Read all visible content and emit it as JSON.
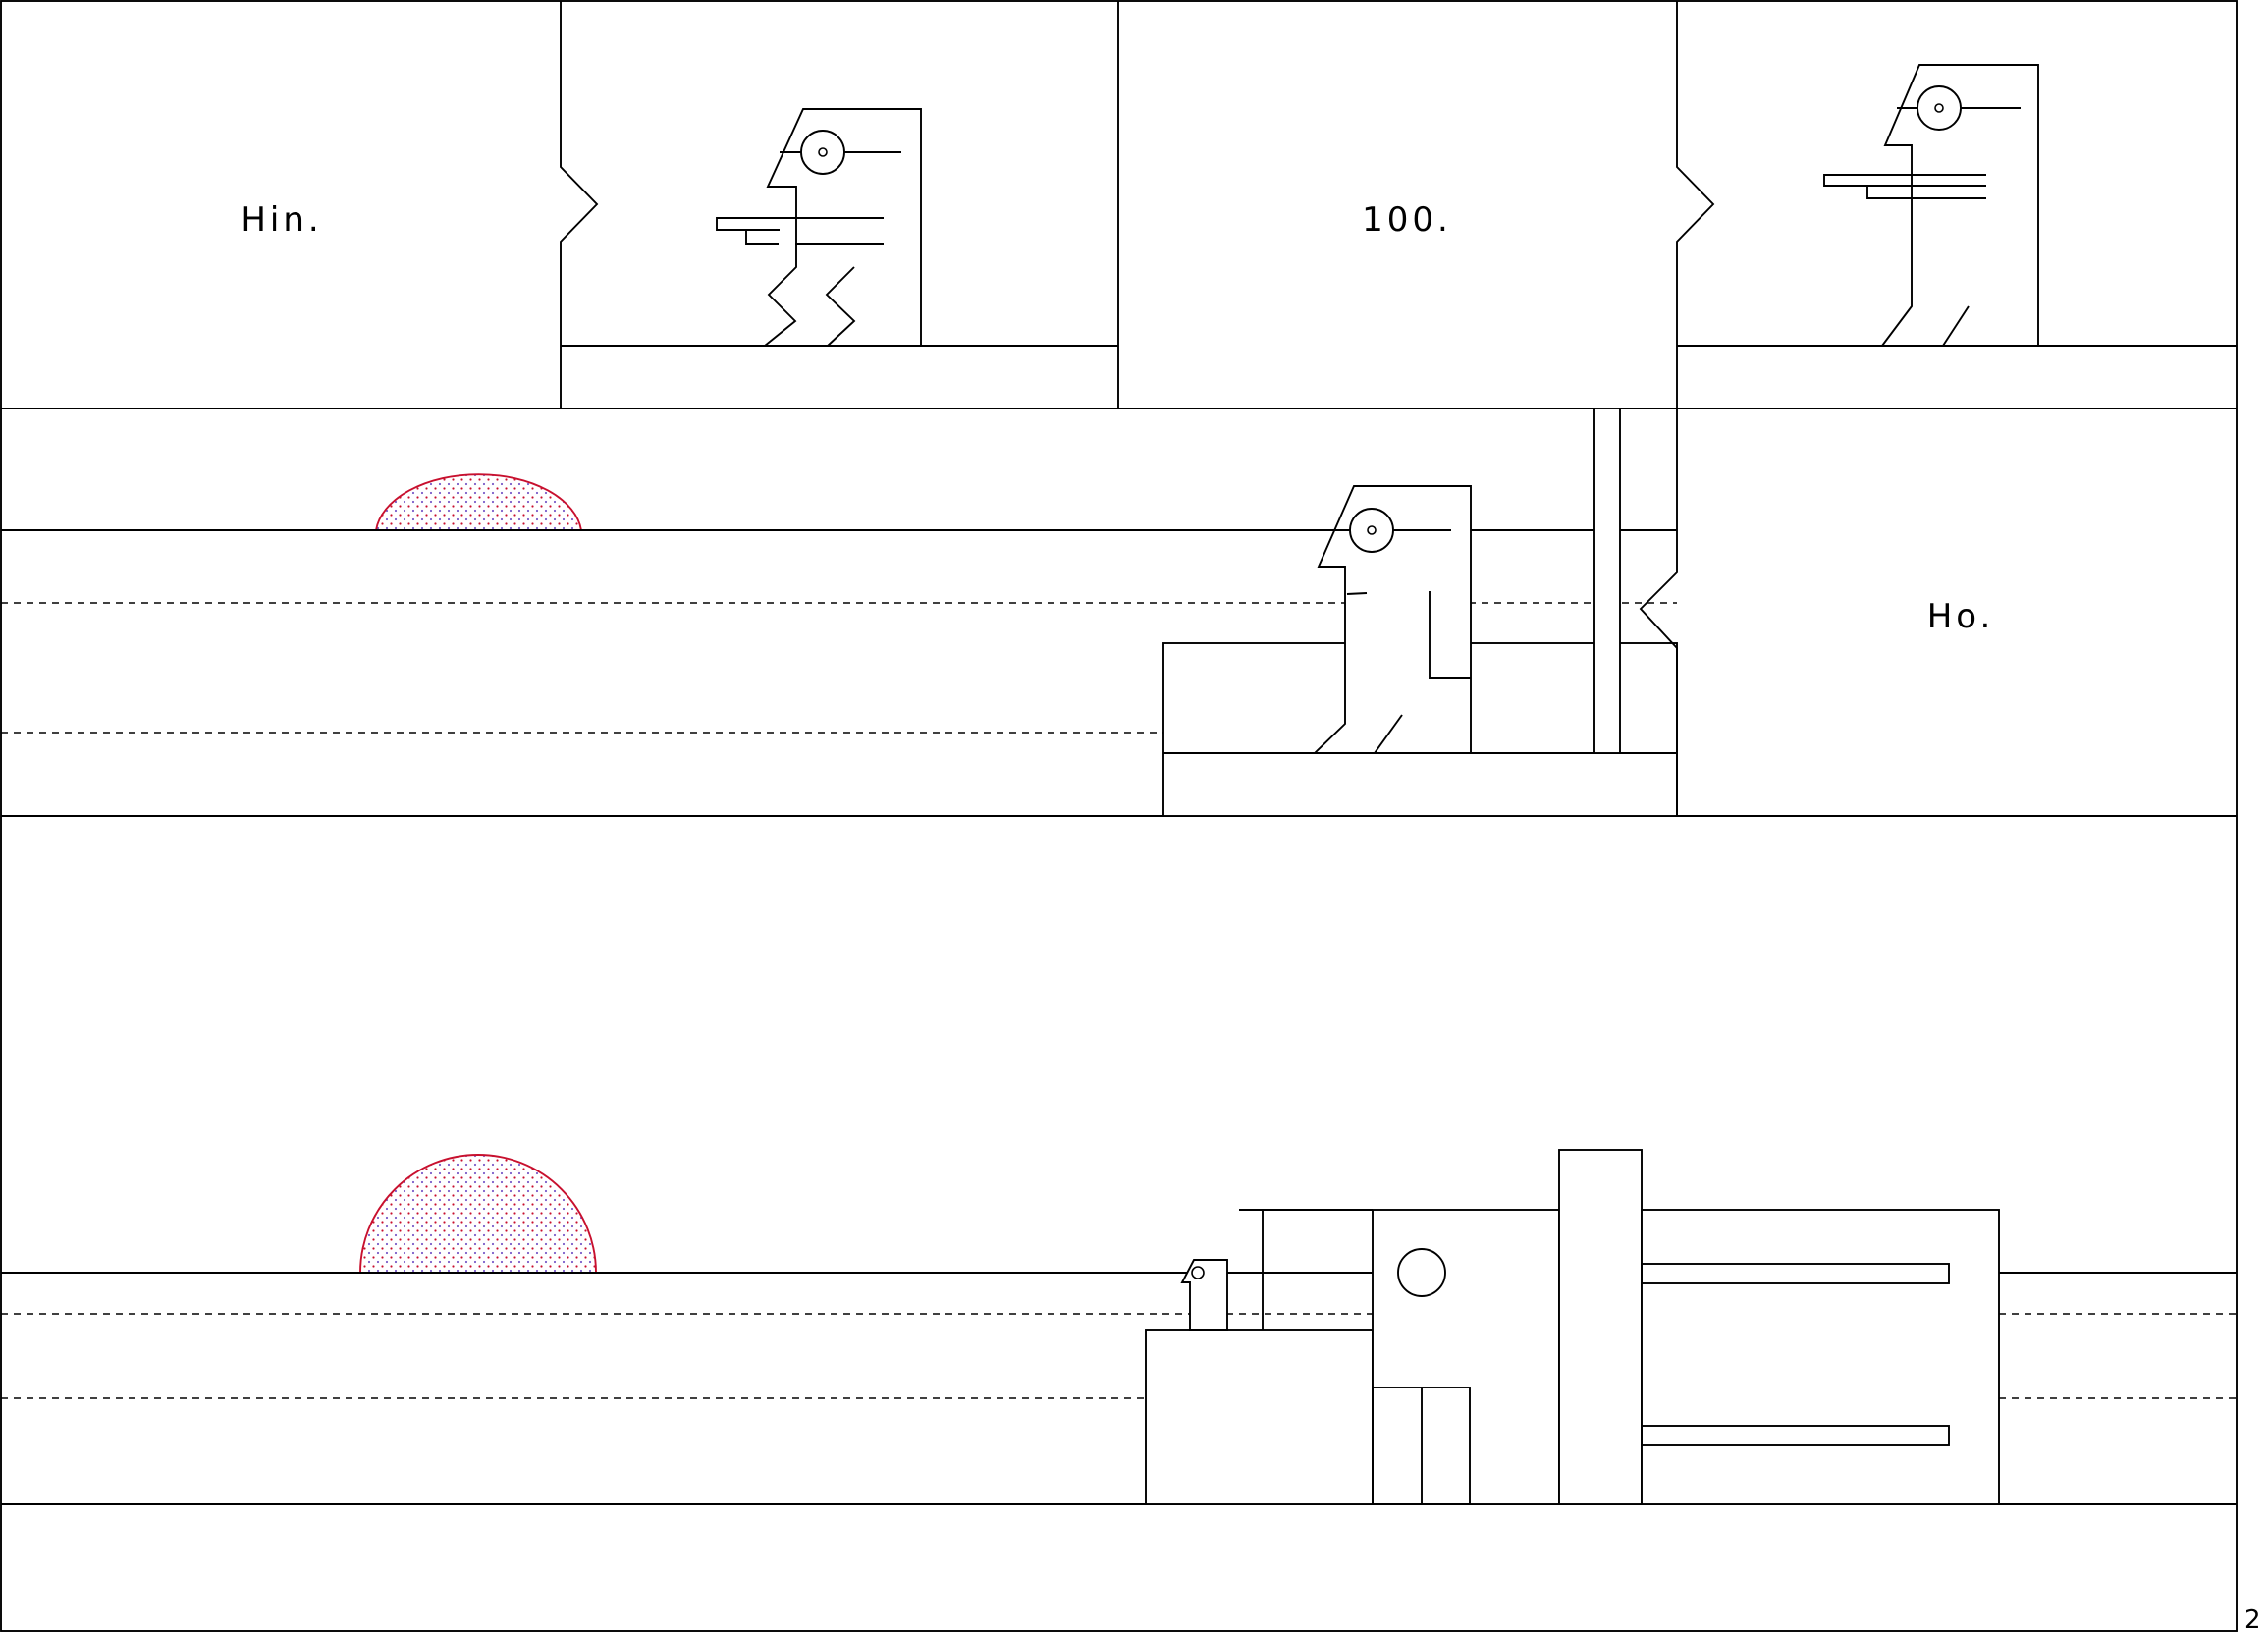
{
  "panels": {
    "p1": {
      "caption": "Hin."
    },
    "p3": {
      "caption": "100."
    },
    "p6": {
      "caption": "Ho."
    }
  },
  "page": {
    "number": "2"
  },
  "colors": {
    "ink": "#000000",
    "sun_stroke": "#c8102e",
    "sun_dots": "#c8102e",
    "paper": "#ffffff"
  }
}
